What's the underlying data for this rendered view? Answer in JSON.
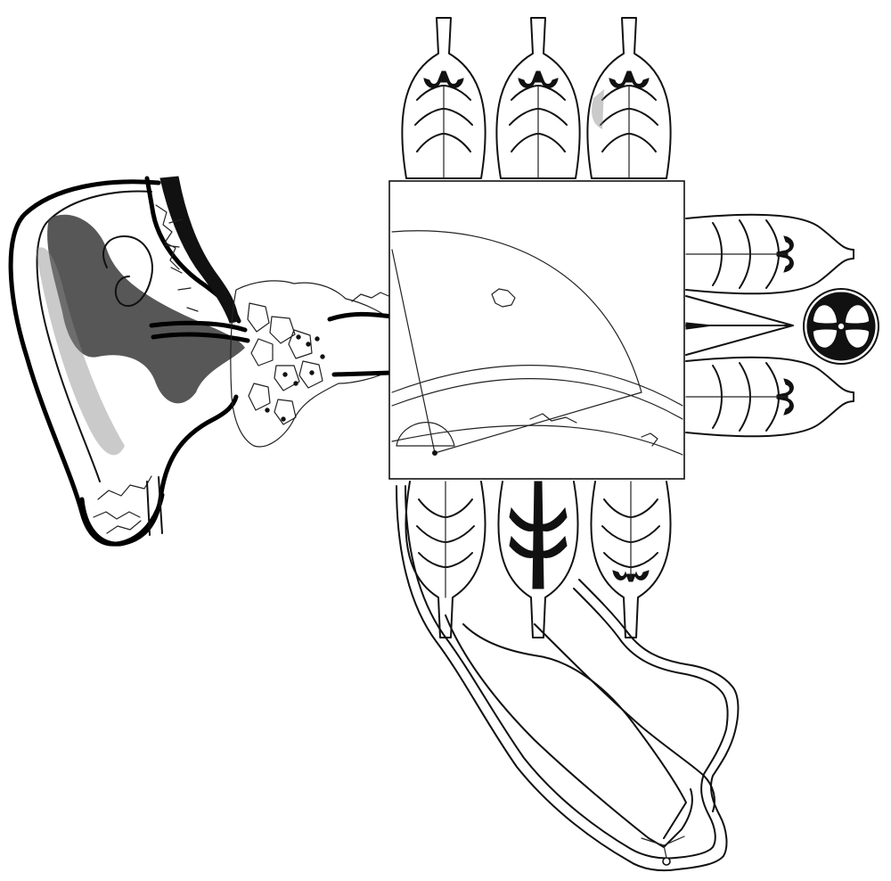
{
  "colors": {
    "background": "#ffffff",
    "ink": "#111111"
  },
  "artwork": {
    "style": "pen-and-ink line drawing",
    "elements": [
      "ear-drawing",
      "square-panel-drawing",
      "leaf-motifs",
      "flower-icon",
      "long-vessel-drawing"
    ]
  }
}
